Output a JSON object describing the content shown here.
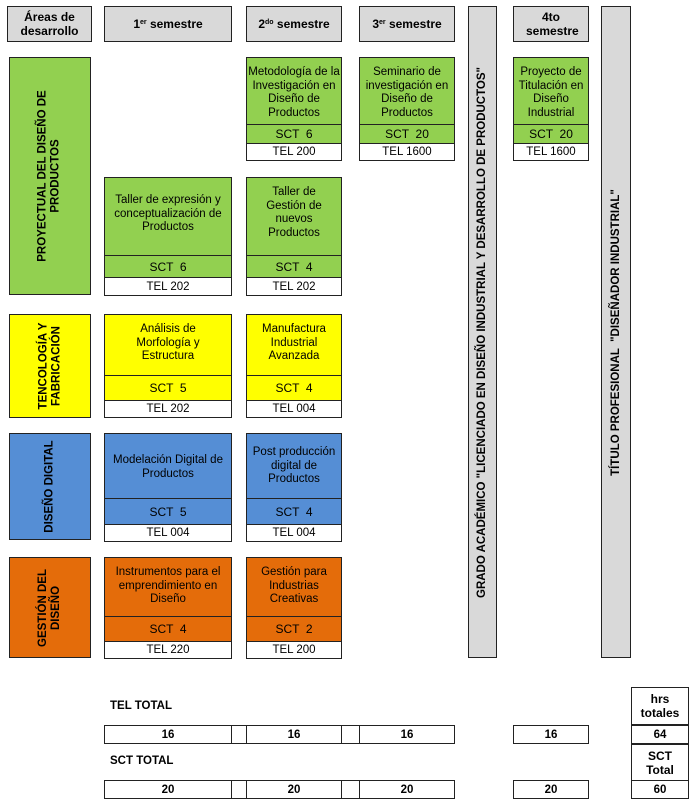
{
  "headers": {
    "areas": "Áreas de desarrollo",
    "sem1_num": "1",
    "sem1_sup": "er",
    "sem1_rest": " semestre",
    "sem2_num": "2",
    "sem2_sup": "do",
    "sem2_rest": " semestre",
    "sem3_num": "3",
    "sem3_sup": "er",
    "sem3_rest": " semestre",
    "sem4": "4to semestre"
  },
  "areas": {
    "proyectual": "PROYECTUAL DEL DISEÑO DE\nPRODUCTOS",
    "tecnologia": "TENCOLOGÍA Y\nFABRICACIÓN",
    "digital": "DISEÑO DIGITAL",
    "gestion": "GESTIÓN DEL\nDISEÑO"
  },
  "courses": {
    "metodologia": {
      "name": "Metodología de la Investigación en Diseño de Productos",
      "sct": "SCT  6",
      "tel": "TEL 200"
    },
    "seminario": {
      "name": "Seminario de investigación en Diseño de Productos",
      "sct": "SCT  20",
      "tel": "TEL 1600"
    },
    "titulacion": {
      "name": "Proyecto de Titulación en Diseño Industrial",
      "sct": "SCT  20",
      "tel": "TEL 1600"
    },
    "taller_expresion": {
      "name": "Taller de expresión y conceptualización de Productos",
      "sct": "SCT  6",
      "tel": "TEL 202"
    },
    "taller_gestion": {
      "name": "Taller de Gestión de nuevos Productos",
      "sct": "SCT  4",
      "tel": "TEL 202"
    },
    "analisis": {
      "name": "Análisis de Morfología y Estructura",
      "sct": "SCT  5",
      "tel": "TEL 202"
    },
    "manufactura": {
      "name": "Manufactura Industrial Avanzada",
      "sct": "SCT  4",
      "tel": "TEL 004"
    },
    "modelacion": {
      "name": "Modelación Digital de Productos",
      "sct": "SCT  5",
      "tel": "TEL 004"
    },
    "postproduccion": {
      "name": "Post producción digital de Productos",
      "sct": "SCT  4",
      "tel": "TEL 004"
    },
    "instrumentos": {
      "name": "Instrumentos para el emprendimiento en Diseño",
      "sct": "SCT  4",
      "tel": "TEL 220"
    },
    "gestion_industrias": {
      "name": "Gestión para Industrias Creativas",
      "sct": "SCT  2",
      "tel": "TEL 200"
    }
  },
  "vertical": {
    "grado": "GRADO ACADÉMICO \"LICENCIADO EN DISEÑO INDUSTRIAL Y DESARROLLO DE PRODUCTOS\"",
    "titulo": "TÍTULO PROFESIONAL  \"DISEÑADOR INDUSTRIAL\""
  },
  "totals": {
    "tel_label": "TEL TOTAL",
    "sct_label": "SCT TOTAL",
    "hrs_label": "hrs totales",
    "sct_total_label": "SCT Total",
    "tel_values": [
      "16",
      "16",
      "16",
      "16"
    ],
    "tel_sum": "64",
    "sct_values": [
      "20",
      "20",
      "20",
      "20"
    ],
    "sct_sum": "60"
  },
  "colors": {
    "proyectual": "#92d050",
    "tecnologia": "#ffff00",
    "digital": "#558ed5",
    "gestion": "#e46c0a",
    "header": "#d9d9d9"
  }
}
